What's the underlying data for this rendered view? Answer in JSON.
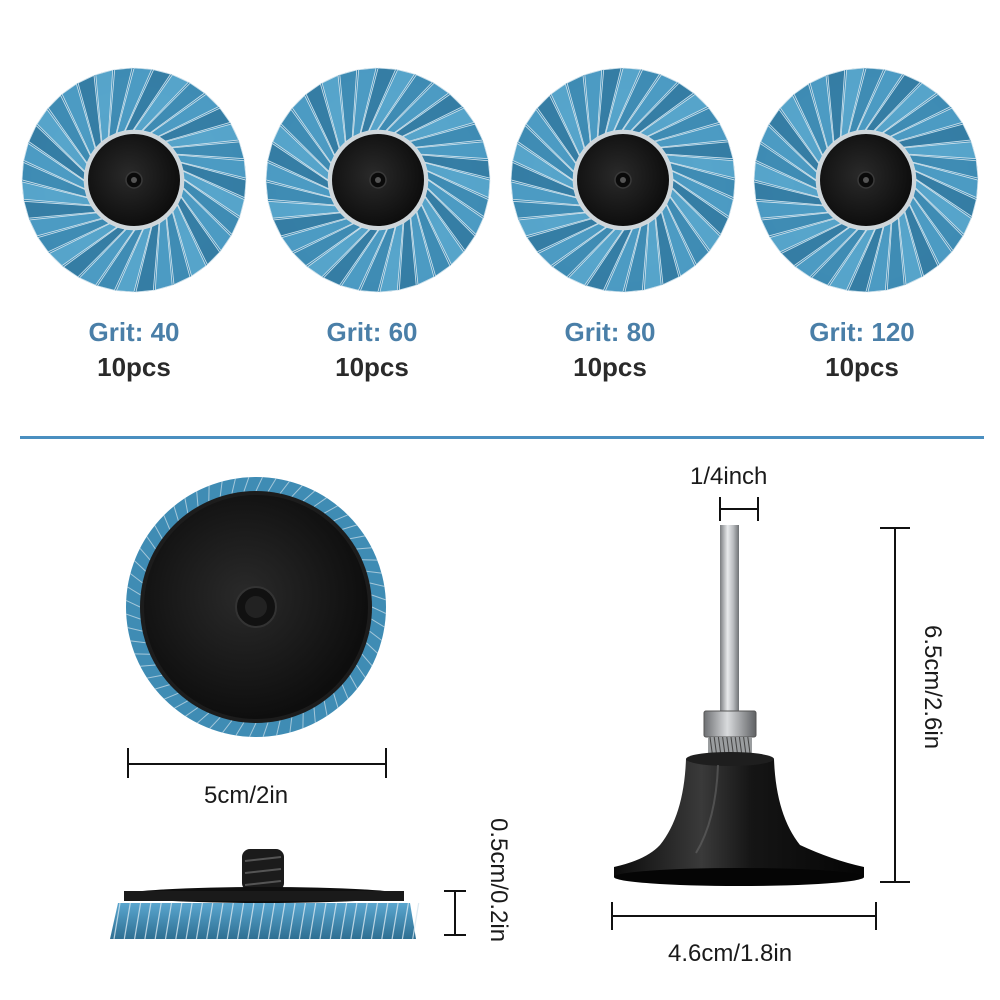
{
  "products": [
    {
      "grit": "Grit: 40",
      "qty": "10pcs"
    },
    {
      "grit": "Grit: 60",
      "qty": "10pcs"
    },
    {
      "grit": "Grit: 80",
      "qty": "10pcs"
    },
    {
      "grit": "Grit: 120",
      "qty": "10pcs"
    }
  ],
  "dimensions": {
    "disc_diameter": "5cm/2in",
    "disc_thickness": "0.5cm/0.2in",
    "shank_diameter": "1/4inch",
    "holder_height": "6.5cm/2.6in",
    "holder_base": "4.6cm/1.8in"
  },
  "colors": {
    "abrasive": "#3f8cb4",
    "divider": "#4a8fc0",
    "hub": "#1c1c1c",
    "label": "#4a7fa8"
  }
}
